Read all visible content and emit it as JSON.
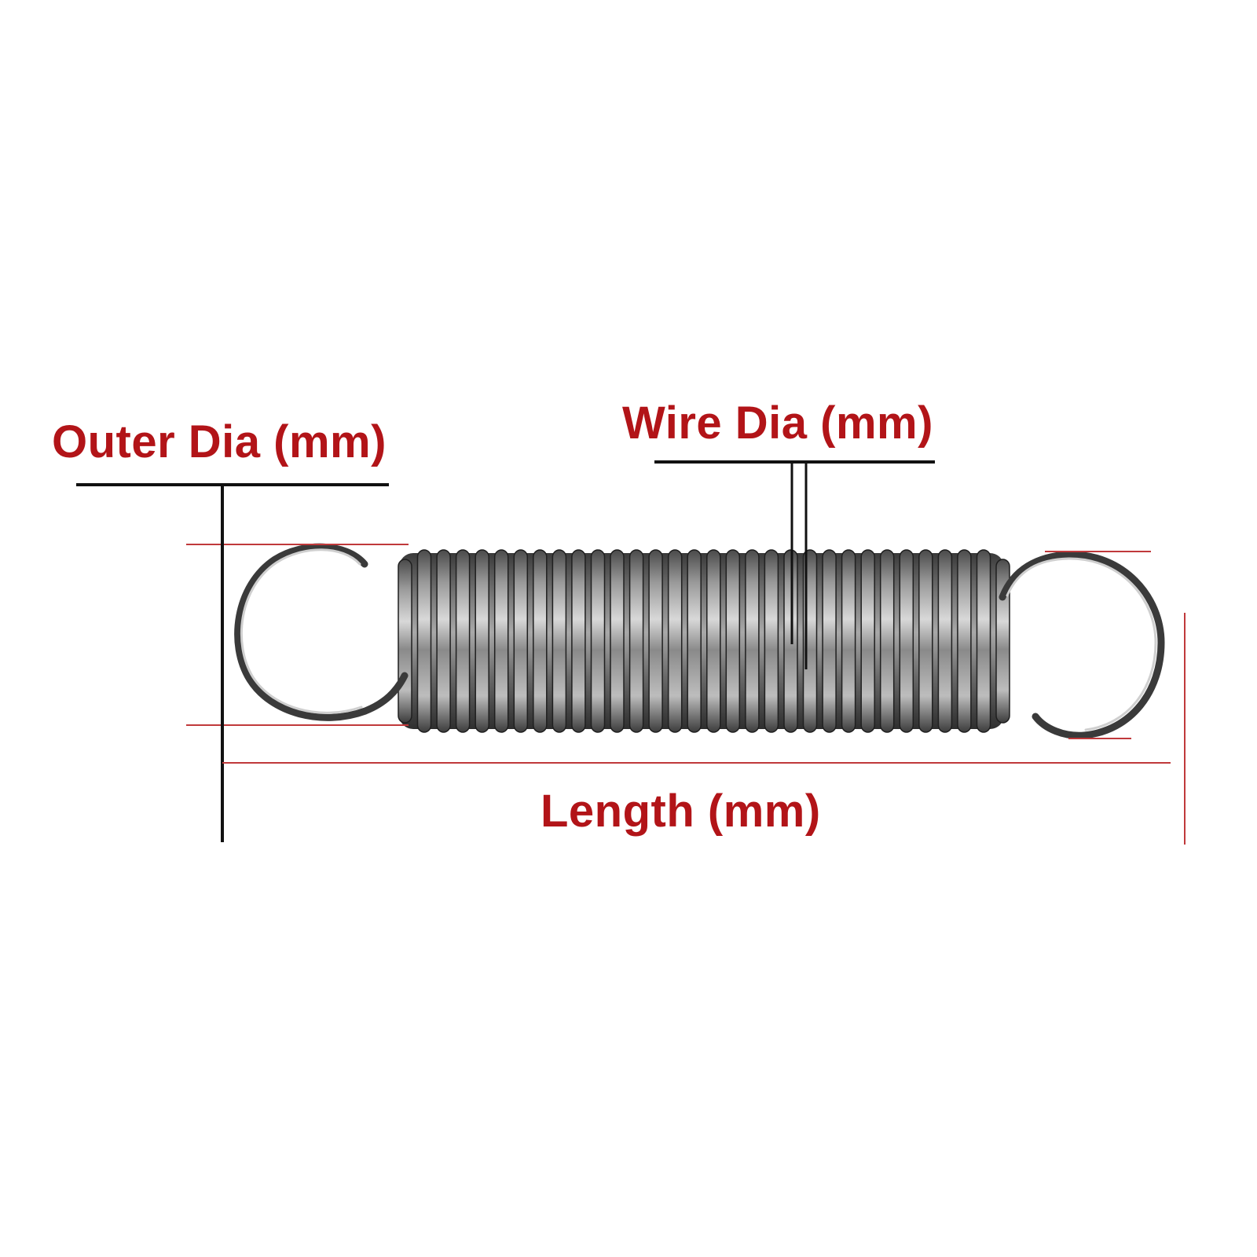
{
  "labels": {
    "outer_dia": "Outer Dia (mm)",
    "wire_dia": "Wire Dia (mm)",
    "length": "Length (mm)"
  },
  "colors": {
    "label_text": "#b21418",
    "dimension_line_red": "#c0393b",
    "dimension_line_black": "#111111",
    "spring_dark": "#2a2a2a",
    "spring_mid": "#6c6c6c",
    "spring_light": "#d4d4d4",
    "background": "#ffffff"
  }
}
